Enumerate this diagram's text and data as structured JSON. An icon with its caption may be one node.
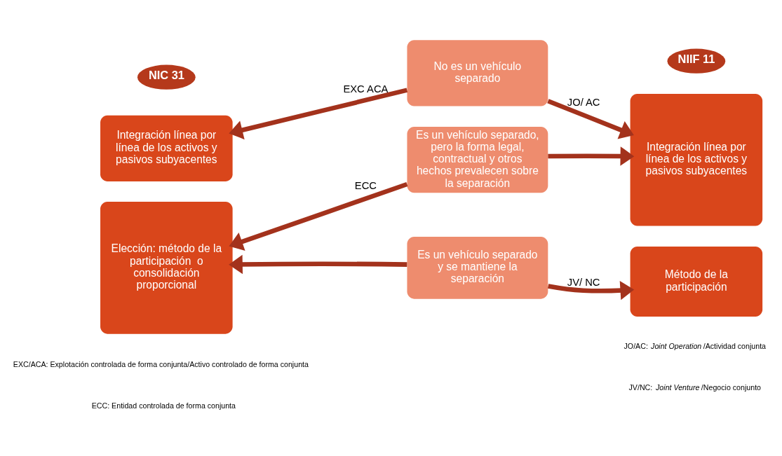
{
  "diagram": {
    "nodes": [
      {
        "text": [
          "NIC 31"
        ]
      },
      {
        "text": [
          "NIIF 11"
        ]
      },
      {
        "text": [
          "Integración línea por línea de los activos y pasivos subyacentes"
        ]
      },
      {
        "text": [
          "No es un vehículo separado"
        ]
      },
      {
        "text": [
          "Integración línea por línea de los activos y pasivos subyacentes"
        ]
      },
      {
        "text": [
          "Elección: método de la participación  o consolidación proporcional"
        ]
      },
      {
        "text": [
          "Es un vehículo separado, pero la forma legal, contractual y otros hechos prevalecen sobre la separación"
        ]
      },
      {
        "text": [
          "Es un vehículo separado y se mantiene la separación"
        ]
      },
      {
        "text": [
          "Método de la participación"
        ]
      }
    ],
    "edges": [
      {
        "from": 3,
        "to": 2,
        "arrow": "to",
        "label": "EXC ACA"
      },
      {
        "from": 3,
        "to": 4,
        "arrow": "to",
        "label": "JO/ AC"
      },
      {
        "from": 6,
        "to": 4,
        "arrow": "to"
      },
      {
        "from": 6,
        "to": 5,
        "arrow": "to",
        "label": "ECC"
      },
      {
        "from": 7,
        "to": 5,
        "arrow": "to"
      },
      {
        "from": 7,
        "to": 8,
        "arrow": "to",
        "label": "JV/ NC"
      }
    ],
    "labels": [
      "EXC/ACA: Explotación controlada de forma conjunta/Activo controlado de forma conjunta",
      "JO/AC: *Joint Operation*/Actividad conjunta",
      "ECC: Entidad controlada de forma conjunta",
      "JV/NC: *Joint Venture*/Negocio conjunto"
    ]
  }
}
